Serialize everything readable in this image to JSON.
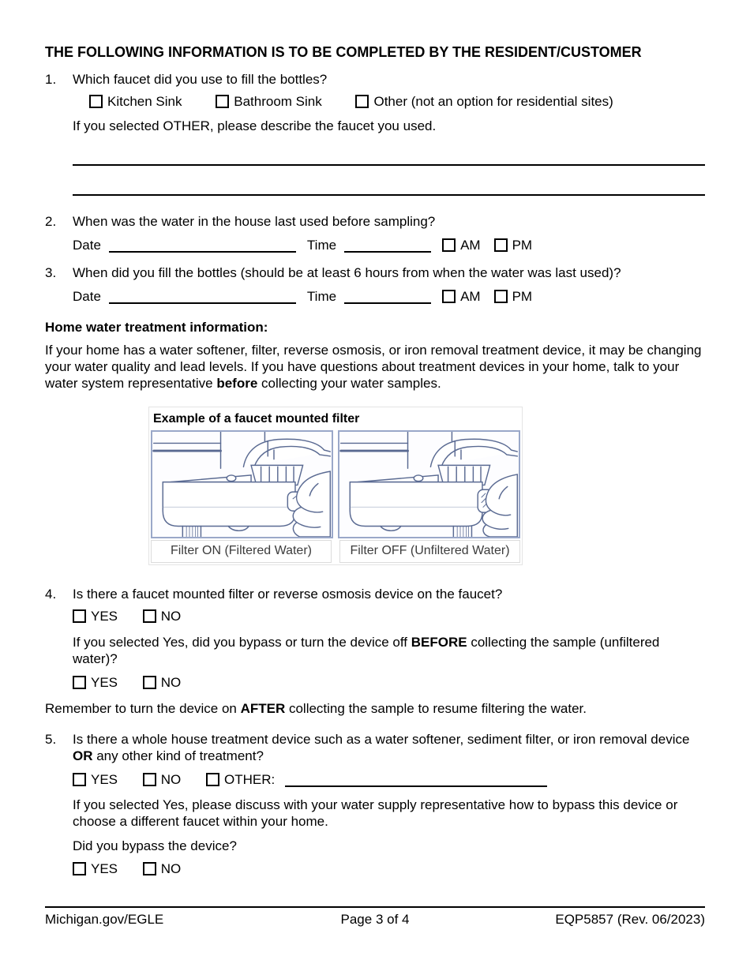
{
  "page": {
    "heading": "THE FOLLOWING INFORMATION IS TO BE COMPLETED BY THE RESIDENT/CUSTOMER"
  },
  "colors": {
    "ink": "#000000",
    "illustration_line": "#5a6a92",
    "panel_border": "#9aa8c9"
  },
  "labels": {
    "yes": "YES",
    "no": "NO",
    "other": "OTHER:",
    "date": "Date",
    "time": "Time",
    "am": "AM",
    "pm": "PM"
  },
  "q1": {
    "number": "1.",
    "text": "Which faucet did you use to fill the bottles?",
    "options": [
      "Kitchen Sink",
      "Bathroom Sink",
      "Other (not an option for residential sites)"
    ],
    "other_prompt": "If you selected OTHER, please describe the faucet you used."
  },
  "q2": {
    "number": "2.",
    "text": "When was the water in the house last used before sampling?"
  },
  "q3": {
    "number": "3.",
    "text": "When did you fill the bottles (should be at least 6 hours from when the water was last used)?"
  },
  "treatment": {
    "heading": "Home water treatment information:",
    "para_pre": "If your home has a water softener, filter, reverse osmosis, or iron removal treatment device, it may be changing your water quality and lead levels. If you have questions about treatment devices in your home, talk to your water system representative ",
    "para_bold": "before",
    "para_post": " collecting your water samples."
  },
  "figure": {
    "title": "Example of a faucet mounted filter",
    "caption_on": "Filter ON (Filtered Water)",
    "caption_off": "Filter OFF (Unfiltered Water)"
  },
  "q4": {
    "number": "4.",
    "text": "Is there a faucet mounted filter or reverse osmosis device on the faucet?",
    "sub_pre": "If you selected Yes, did you bypass or turn the device off ",
    "sub_bold": "BEFORE",
    "sub_post": " collecting the sample (unfiltered water)?"
  },
  "remember": {
    "pre": "Remember to turn the device on ",
    "bold": "AFTER",
    "post": " collecting the sample to resume filtering the water."
  },
  "q5": {
    "number": "5.",
    "text_pre": "Is there a whole house treatment device such as a water softener, sediment filter, or iron removal device ",
    "text_bold": "OR",
    "text_post": " any other kind of treatment?",
    "sub": "If you selected Yes, please discuss with your water supply representative how to bypass this device or choose a different faucet within your home.",
    "bypass_question": "Did you bypass the device?"
  },
  "footer": {
    "left": "Michigan.gov/EGLE",
    "center": "Page 3 of 4",
    "right": "EQP5857 (Rev. 06/2023)"
  }
}
